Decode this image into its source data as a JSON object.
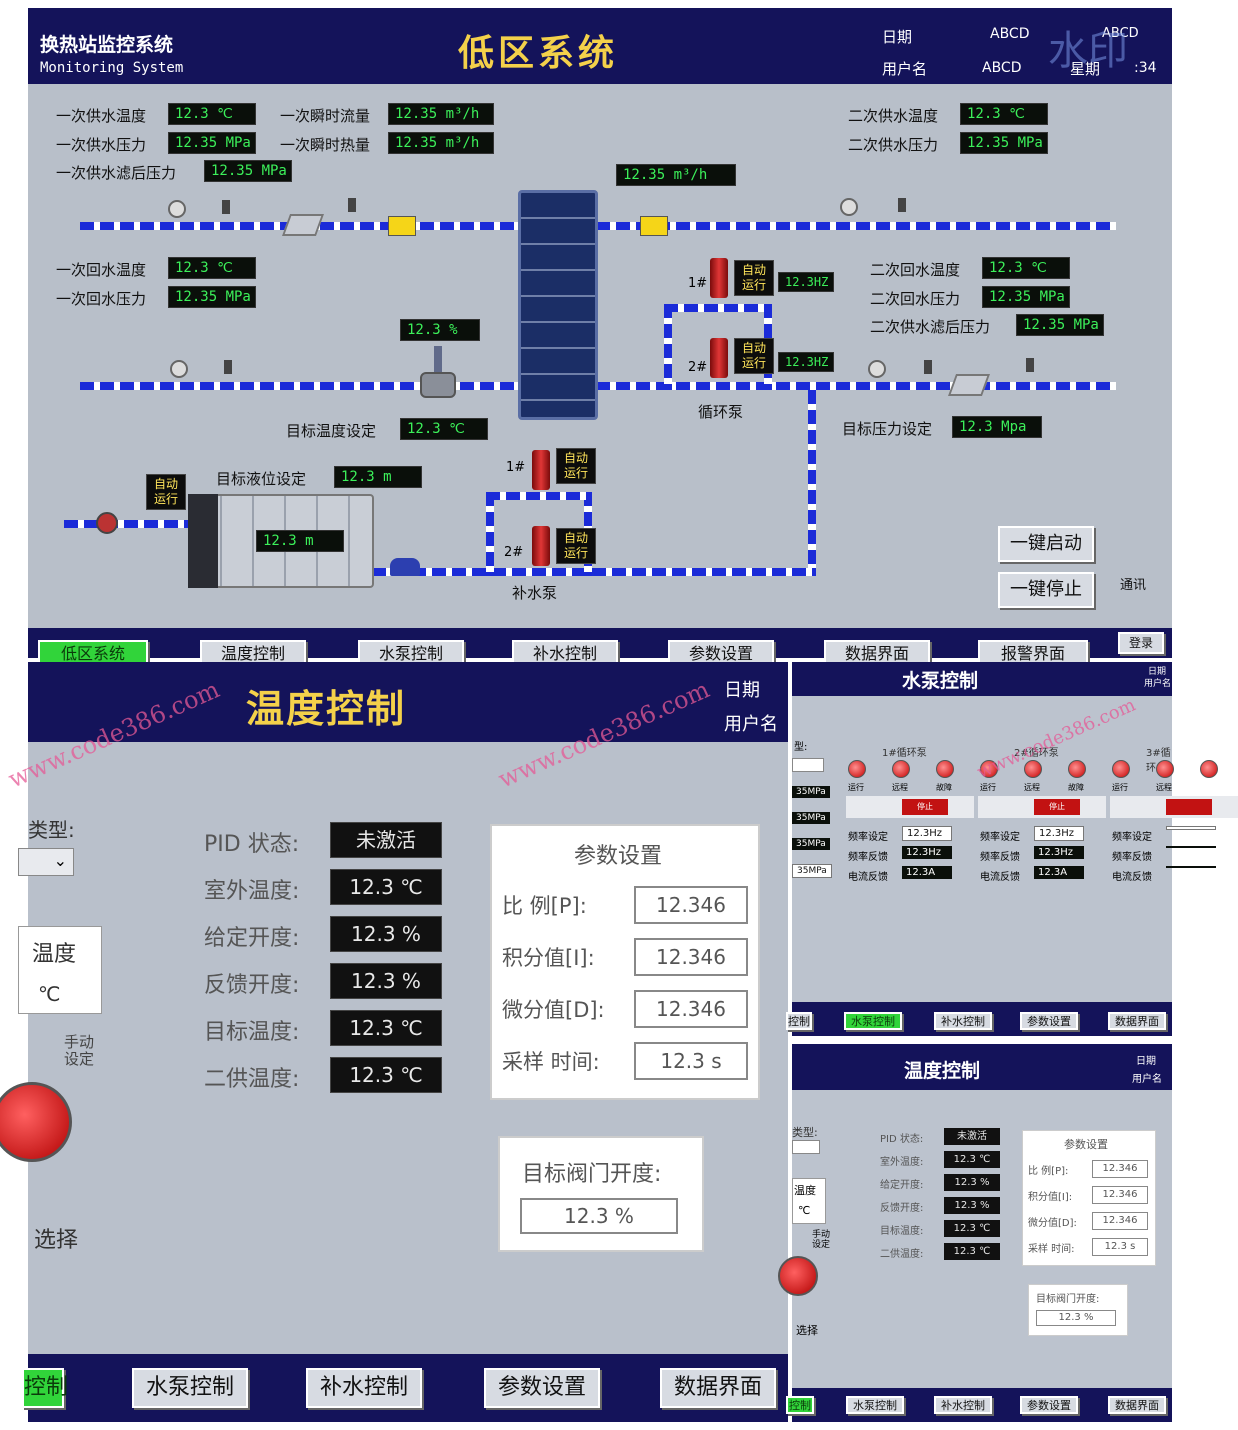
{
  "main": {
    "system_name_cn": "换热站监控系统",
    "system_name_en": "Monitoring System",
    "title": "低区系统",
    "date_label": "日期",
    "date_value": "ABCD",
    "user_label": "用户名",
    "user_value": "ABCD",
    "week_label": "星期",
    "week_value": "ABCD",
    "time_value": ":34",
    "watermark_corner": "水印",
    "readings": {
      "p_supply_temp_label": "一次供水温度",
      "p_supply_temp": "12.3 ℃",
      "p_supply_press_label": "一次供水压力",
      "p_supply_press": "12.35 MPa",
      "p_filter_press_label": "一次供水滤后压力",
      "p_filter_press": "12.35 MPa",
      "p_flow_label": "一次瞬时流量",
      "p_flow": "12.35 m³/h",
      "p_heat_label": "一次瞬时热量",
      "p_heat": "12.35 m³/h",
      "s_supply_temp_label": "二次供水温度",
      "s_supply_temp": "12.3 ℃",
      "s_supply_press_label": "二次供水压力",
      "s_supply_press": "12.35 MPa",
      "s_flow": "12.35 m³/h",
      "p_return_temp_label": "一次回水温度",
      "p_return_temp": "12.3 ℃",
      "p_return_press_label": "一次回水压力",
      "p_return_press": "12.35 MPa",
      "s_return_temp_label": "二次回水温度",
      "s_return_temp": "12.3 ℃",
      "s_return_press_label": "二次回水压力",
      "s_return_press": "12.35 MPa",
      "s_filter_press_label": "二次供水滤后压力",
      "s_filter_press": "12.35 MPa",
      "valve_opening": "12.3 %",
      "target_temp_label": "目标温度设定",
      "target_temp": "12.3 ℃",
      "target_level_label": "目标液位设定",
      "target_level": "12.3 m",
      "tank_level": "12.3 m",
      "target_press_label": "目标压力设定",
      "target_press": "12.3 Mpa",
      "pump1_hz": "12.3HZ",
      "pump2_hz": "12.3HZ"
    },
    "auto_run": "自动\n运行",
    "pump1_tag": "1#",
    "pump2_tag": "2#",
    "circ_pump_label": "循环泵",
    "makeup_pump_label": "补水泵",
    "one_key_start": "一键启动",
    "one_key_stop": "一键停止",
    "comm_label": "通讯",
    "login": "登录",
    "nav": [
      "低区系统",
      "温度控制",
      "水泵控制",
      "补水控制",
      "参数设置",
      "数据界面",
      "报警界面"
    ]
  },
  "temp": {
    "title": "温度控制",
    "date_label": "日期",
    "user_label": "用户名",
    "type_label": "类型:",
    "left_temp_label": "温度",
    "left_temp_unit": "℃",
    "manual_label": "手动\n设定",
    "select_label": "选择",
    "rows": [
      {
        "label": "PID 状态:",
        "value": "未激活"
      },
      {
        "label": "室外温度:",
        "value": "12.3 ℃"
      },
      {
        "label": "给定开度:",
        "value": "12.3 %"
      },
      {
        "label": "反馈开度:",
        "value": "12.3 %"
      },
      {
        "label": "目标温度:",
        "value": "12.3 ℃"
      },
      {
        "label": "二供温度:",
        "value": "12.3 ℃"
      }
    ],
    "param_title": "参数设置",
    "params": [
      {
        "label": "比  例[P]:",
        "value": "12.346"
      },
      {
        "label": "积分值[I]:",
        "value": "12.346"
      },
      {
        "label": "微分值[D]:",
        "value": "12.346"
      },
      {
        "label": "采样 时间:",
        "value": "12.3 s"
      }
    ],
    "target_valve_label": "目标阀门开度:",
    "target_valve_value": "12.3 %",
    "nav": [
      "控制",
      "水泵控制",
      "补水控制",
      "参数设置",
      "数据界面"
    ]
  },
  "pump": {
    "title": "水泵控制",
    "date_label": "日期",
    "user_label": "用户名",
    "type_label": "型:",
    "left_values": [
      "35MPa",
      "35MPa",
      "35MPa",
      "35MPa"
    ],
    "pumps": [
      {
        "name": "1#循环泵",
        "run": "运行",
        "remote": "远程",
        "fault": "故障",
        "stop": "停止",
        "freq_set_label": "频率设定",
        "freq_set": "12.3Hz",
        "freq_fb_label": "频率反馈",
        "freq_fb": "12.3Hz",
        "current_label": "电流反馈",
        "current": "12.3A"
      },
      {
        "name": "2#循环泵",
        "run": "运行",
        "remote": "远程",
        "fault": "故障",
        "stop": "停止",
        "freq_set_label": "频率设定",
        "freq_set": "12.3Hz",
        "freq_fb_label": "频率反馈",
        "freq_fb": "12.3Hz",
        "current_label": "电流反馈",
        "current": "12.3A"
      },
      {
        "name": "3#循环",
        "run": "运行",
        "remote": "远程",
        "fault": "",
        "stop": "",
        "freq_set_label": "频率设定",
        "freq_set": "",
        "freq_fb_label": "频率反馈",
        "freq_fb": "",
        "current_label": "电流反馈",
        "current": ""
      }
    ],
    "nav": [
      "控制",
      "水泵控制",
      "补水控制",
      "参数设置",
      "数据界面"
    ]
  },
  "temp_small": {
    "title": "温度控制",
    "date_label": "日期",
    "user_label": "用户名",
    "type_label": "类型:",
    "left_temp_label": "温度",
    "left_temp_unit": "℃",
    "manual_label": "手动\n设定",
    "select_label": "选择",
    "rows": [
      {
        "label": "PID 状态:",
        "value": "未激活"
      },
      {
        "label": "室外温度:",
        "value": "12.3 ℃"
      },
      {
        "label": "给定开度:",
        "value": "12.3 %"
      },
      {
        "label": "反馈开度:",
        "value": "12.3 %"
      },
      {
        "label": "目标温度:",
        "value": "12.3 ℃"
      },
      {
        "label": "二供温度:",
        "value": "12.3 ℃"
      }
    ],
    "param_title": "参数设置",
    "params": [
      {
        "label": "比  例[P]:",
        "value": "12.346"
      },
      {
        "label": "积分值[I]:",
        "value": "12.346"
      },
      {
        "label": "微分值[D]:",
        "value": "12.346"
      },
      {
        "label": "采样 时间:",
        "value": "12.3 s"
      }
    ],
    "target_valve_label": "目标阀门开度:",
    "target_valve_value": "12.3 %",
    "nav": [
      "控制",
      "水泵控制",
      "补水控制",
      "参数设置",
      "数据界面"
    ]
  },
  "watermarks": [
    "www.code386.com",
    "www.code386.com",
    "www.code386.com"
  ]
}
